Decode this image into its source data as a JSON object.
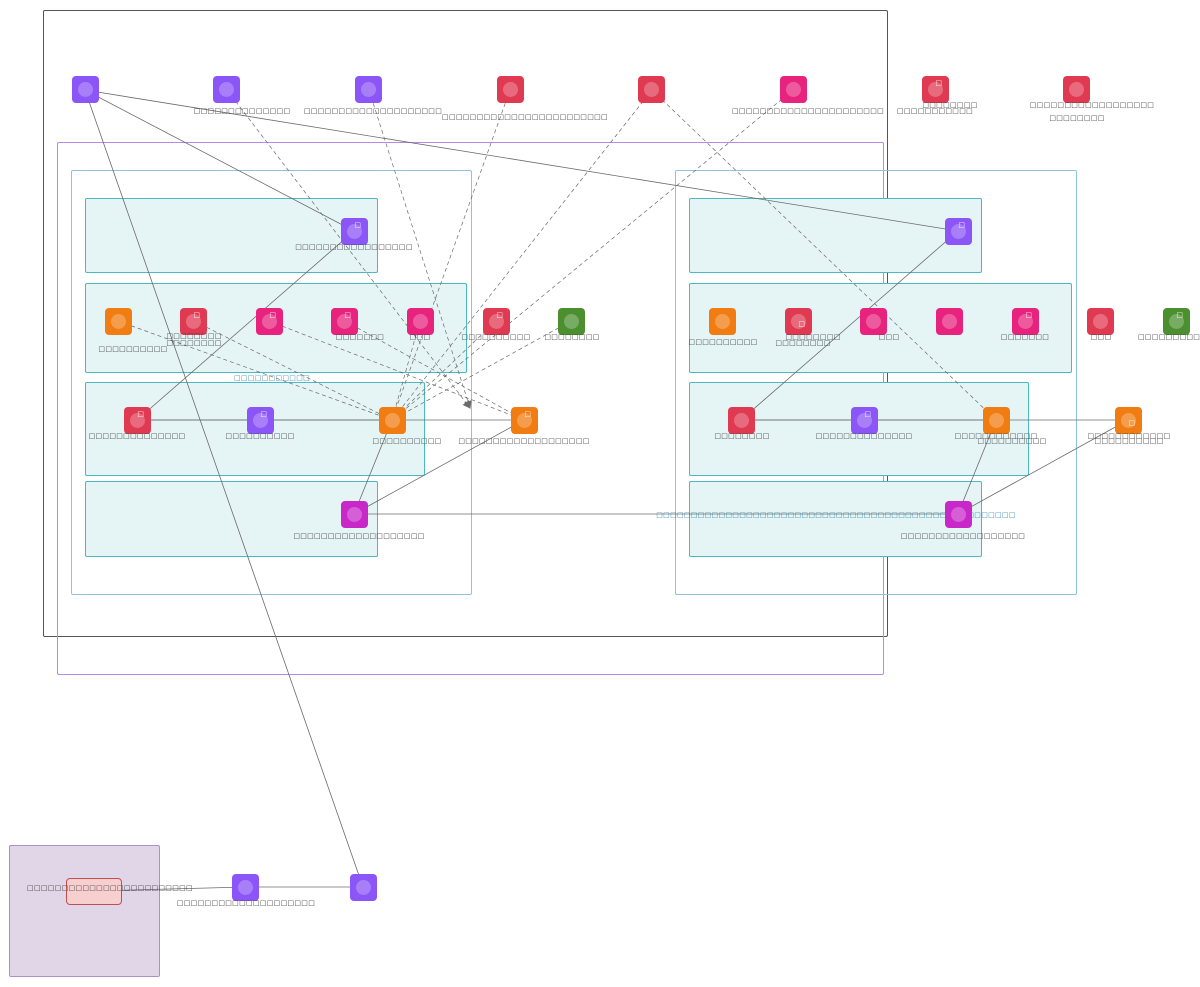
{
  "diagram": {
    "colors": {
      "purple": "#8b55f7",
      "red": "#df3a52",
      "pink": "#e8237e",
      "orange": "#f07c12",
      "green": "#4b8f2f",
      "magenta": "#c928c9",
      "outer_border": "#555555",
      "purple_border": "#b48be8",
      "blue_border": "#8fc3dc",
      "teal_border": "#4cb8c0",
      "teal_fill": "#e5f5f5",
      "legend_fill": "#e1d5e8",
      "legend_border": "#b08fc7",
      "note_fill": "#f8cfcf",
      "note_border": "#c05050",
      "edge": "#6b6b6b"
    },
    "containers": [
      {
        "id": "outer-account",
        "label": ""
      },
      {
        "id": "region",
        "label": ""
      },
      {
        "id": "vpc-left",
        "label": ""
      },
      {
        "id": "vpc-right",
        "label": ""
      },
      {
        "id": "left-subnet-top",
        "label": ""
      },
      {
        "id": "left-subnet-row2",
        "label": "□□□□□□□□□□□"
      },
      {
        "id": "left-subnet-row3",
        "label": ""
      },
      {
        "id": "left-subnet-row4",
        "label": ""
      },
      {
        "id": "right-subnet-top",
        "label": ""
      },
      {
        "id": "right-subnet-row2",
        "label": ""
      },
      {
        "id": "right-subnet-row3",
        "label": ""
      },
      {
        "id": "right-subnet-row4",
        "label": "□□□□□□□□□□□□□□□□□□□□□□□□□□□□□□□□□□□□□□□□□□□□□□□□□□□□"
      },
      {
        "id": "legend-box",
        "label": ""
      }
    ],
    "nodes": [
      {
        "id": "n-top-1",
        "color": "purple",
        "label": ""
      },
      {
        "id": "n-top-2",
        "color": "purple",
        "label": "□□□□□□□□□□□□□□"
      },
      {
        "id": "n-top-3",
        "color": "purple",
        "label": "□□□□□□□□□□□□□□□□□□□□"
      },
      {
        "id": "n-top-4",
        "color": "red",
        "label": "□□□□□□□□□□□□□□□□□□□□□□□□"
      },
      {
        "id": "n-top-5",
        "color": "red",
        "label": ""
      },
      {
        "id": "n-top-6",
        "color": "pink",
        "label": "□□□□□□□□□□□□□□□□□□□□□□"
      },
      {
        "id": "n-top-7",
        "color": "red",
        "label": "□□□□□□□□□□□",
        "label2": "□□□□□□□□"
      },
      {
        "id": "n-top-8",
        "color": "red",
        "label": "□□□□□□□□□□□□□□□□□□",
        "label2": "□□□□□□□□"
      },
      {
        "id": "n-l1-1",
        "color": "purple",
        "label": "□□□□□□□□□□□□□□□□□"
      },
      {
        "id": "n-l2-1",
        "color": "orange",
        "label": "□□□□□□□□□□"
      },
      {
        "id": "n-l2-2",
        "color": "red",
        "label": "□□□□□□□□",
        "label2": "□□□□□□□□"
      },
      {
        "id": "n-l2-3",
        "color": "pink",
        "label": ""
      },
      {
        "id": "n-l2-4",
        "color": "pink",
        "label": "□□□"
      },
      {
        "id": "n-l2-5",
        "color": "pink",
        "label": "□□□□□□□"
      },
      {
        "id": "n-l2-6",
        "color": "red",
        "label": "□□□",
        "label_left": "□□□",
        "label_right": "□□□□"
      },
      {
        "id": "n-l2-7",
        "color": "green",
        "label": "□□□□□□□□□□",
        "label2": "□□□□□□□□□"
      },
      {
        "id": "n-l3-1",
        "color": "red",
        "label": "□□□□□□□□"
      },
      {
        "id": "n-l3-2",
        "color": "purple",
        "label": "□□□□□□□□□□□□□□"
      },
      {
        "id": "n-l3-3",
        "color": "orange",
        "label": "□□□□□□□□□□"
      },
      {
        "id": "n-l3-4",
        "color": "orange",
        "label": "□□□□□□□□□□"
      },
      {
        "id": "n-l4-1",
        "color": "magenta",
        "label": "□□□□□□□□□□□□□□□□□□□"
      },
      {
        "id": "n-r1-1",
        "color": "purple",
        "label": ""
      },
      {
        "id": "n-r2-1",
        "color": "orange",
        "label": "□□□□□□□□□□"
      },
      {
        "id": "n-r2-2",
        "color": "red",
        "label": "□□□□□□□□",
        "label2": "□□□□□□□□"
      },
      {
        "id": "n-r2-3",
        "color": "pink",
        "label": "□□□"
      },
      {
        "id": "n-r2-4",
        "color": "pink",
        "label": ""
      },
      {
        "id": "n-r2-5",
        "color": "pink",
        "label": "□□□□□□□"
      },
      {
        "id": "n-r2-6",
        "color": "red",
        "label": "□□□"
      },
      {
        "id": "n-r2-7",
        "color": "green",
        "label": "□□□□□□□□□□□"
      },
      {
        "id": "n-r3-1",
        "color": "red",
        "label": "□□□□□□□□"
      },
      {
        "id": "n-r3-2",
        "color": "purple",
        "label": "□□□□□□□□□□□□□□"
      },
      {
        "id": "n-r3-3",
        "color": "orange",
        "label": "□□□□□□□□□□□□",
        "label2": "□□□□□□□□□□"
      },
      {
        "id": "n-r3-4",
        "color": "orange",
        "label": "□□□□□□□□□□□□",
        "label2": "□□□□□□□□□□"
      },
      {
        "id": "n-r4-1",
        "color": "magenta",
        "label": "□□□□□□□□□□□□□□□□□□"
      },
      {
        "id": "n-bot-1",
        "color": "purple",
        "label": "□□□□□□□□□□□□□□□□□□□□"
      },
      {
        "id": "n-bot-2",
        "color": "purple",
        "label": ""
      }
    ],
    "note": {
      "label": "□□□□□□□□□□□□□□□□□□□□□□□□"
    }
  }
}
